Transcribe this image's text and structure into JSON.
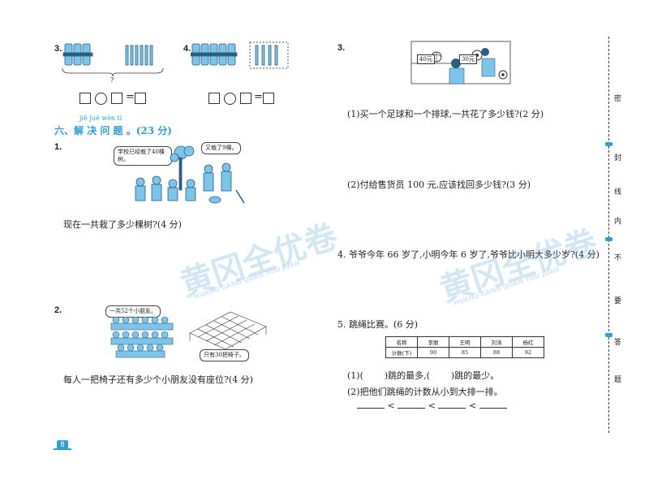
{
  "left": {
    "q3_num": "3.",
    "q3_question_mark": "?",
    "q4_num": "4.",
    "eq_symbol": "=",
    "section_pinyin": "jiě  jué  wèn  tí",
    "section_title": "六、解 决 问 题 。(23 分)",
    "p1_num": "1.",
    "p1_bubble_left": "学校已经栽了40棵树。",
    "p1_bubble_right": "又栽了9棵。",
    "p1_question": "现在一共栽了多少棵树?(4 分)",
    "p2_num": "2.",
    "p2_bubble_kids": "一共52个小朋友。",
    "p2_bubble_chairs": "只有30把椅子。",
    "p2_question": "每人一把椅子还有多少个小朋友没有座位?(4 分)",
    "page_number": "8"
  },
  "right": {
    "q3_num": "3.",
    "price_volleyball": "40元",
    "price_football": "30元",
    "q3_1": "(1)买一个足球和一个排球,一共花了多少钱?(2 分)",
    "q3_2": "(2)付给售货员 100 元,应该找回多少钱?(3 分)",
    "q4": "4. 爷爷今年 66 岁了,小明今年 6 岁了,爷爷比小明大多少岁?(4 分)",
    "q5_title": "5. 跳绳比赛。(6 分)",
    "q5_table": {
      "headers": [
        "名称",
        "李丽",
        "王明",
        "刘涛",
        "杨红"
      ],
      "row_label": "计数(下)",
      "values": [
        "90",
        "85",
        "88",
        "92"
      ]
    },
    "q5_1_a": "(1)(",
    "q5_1_b": ")跳的最多,(",
    "q5_1_c": ")跳的最少。",
    "q5_2": "(2)把他们跳绳的计数从小到大排一排。",
    "lt": "<"
  },
  "side": {
    "chars": [
      "密",
      "封",
      "线",
      "内",
      "不",
      "要",
      "答",
      "题"
    ]
  },
  "watermark": {
    "text": "黄冈全优卷",
    "pinyin": "HUANG GANG QUAN YOU JUAN"
  },
  "colors": {
    "accent": "#2d9fd8",
    "watermark": "#5fa8d9"
  }
}
